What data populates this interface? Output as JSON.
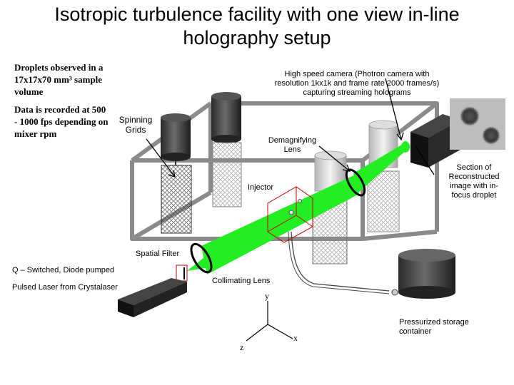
{
  "title": {
    "line1": "Isotropic turbulence facility with one view in-line",
    "line2": "holography setup"
  },
  "labels": {
    "droplets_line1": "Droplets observed in a",
    "droplets_line2": "17x17x70 mm³ sample",
    "droplets_line3": "volume",
    "data_rec_line1": "Data is recorded at 500",
    "data_rec_line2": "- 1000 fps depending on",
    "data_rec_line3": "mixer rpm",
    "spinning_grids_line1": "Spinning",
    "spinning_grids_line2": "Grids",
    "camera_line1": "High speed camera (Photron camera with",
    "camera_line2": "resolution 1kx1k and frame rate 2000 frames/s)",
    "camera_line3": "capturing streaming holograms",
    "demag_line1": "Demagnifying",
    "demag_line2": "Lens",
    "injector": "Injector",
    "section_line1": "Section of",
    "section_line2": "Reconstructed",
    "section_line3": "image with in-",
    "section_line4": "focus droplet",
    "spatial_filter": "Spatial Filter",
    "laser_line1": "Q – Switched, Diode pumped",
    "laser_line2": "Pulsed Laser from Crystalaser",
    "collimating_lens": "Collimating Lens",
    "storage_line1": "Pressurized storage",
    "storage_line2": "container"
  },
  "axes": {
    "y": "y",
    "x": "x",
    "z": "z"
  },
  "colors": {
    "beam": "#22ee22",
    "frame": "#8a8a8a",
    "red_box": "#cc0000"
  }
}
